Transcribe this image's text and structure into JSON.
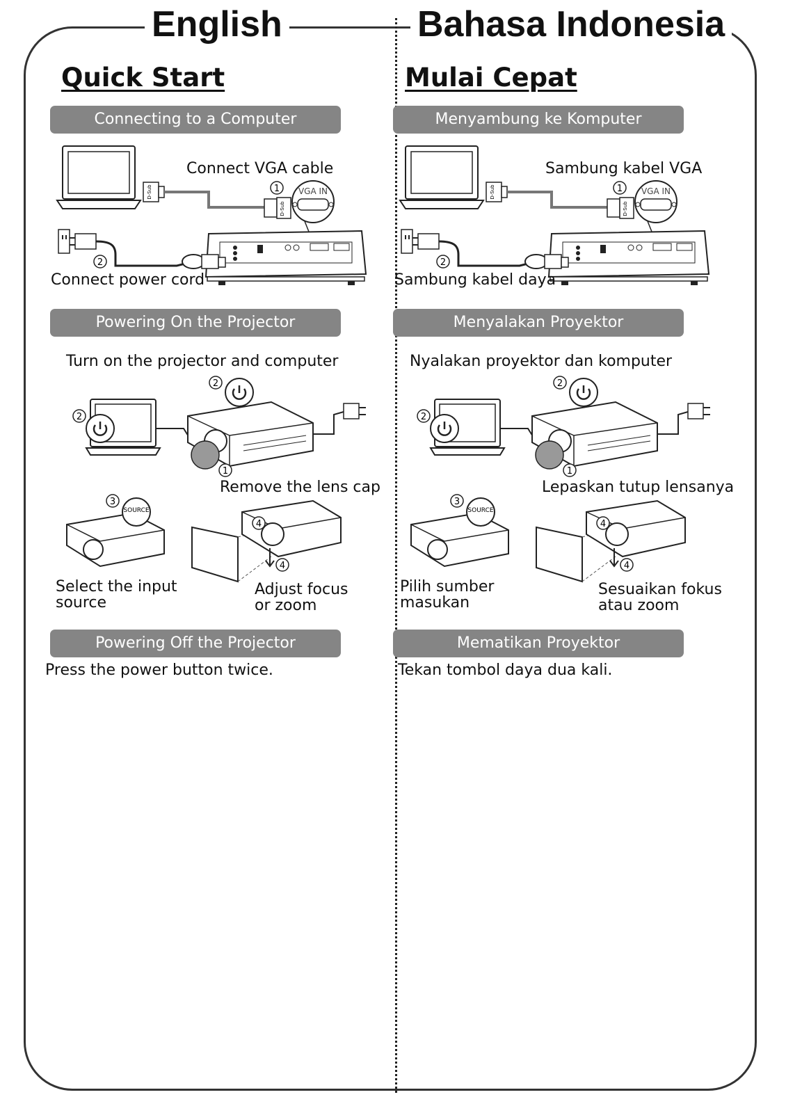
{
  "left": {
    "lang_title": "English",
    "title": "Quick Start",
    "sections": {
      "connect": "Connecting to a Computer",
      "power_on": "Powering On the Projector",
      "power_off": "Powering Off the Projector"
    },
    "labels": {
      "vga": "Connect VGA cable",
      "power_cord": "Connect power cord",
      "turn_on": "Turn on the projector and computer",
      "lens_cap": "Remove the lens cap",
      "input_1": "Select the input",
      "input_2": "source",
      "focus_1": "Adjust focus",
      "focus_2": "or zoom",
      "power_off_text": "Press the power button twice."
    }
  },
  "right": {
    "lang_title": "Bahasa Indonesia",
    "title": "Mulai Cepat",
    "sections": {
      "connect": "Menyambung ke Komputer",
      "power_on": "Menyalakan Proyektor",
      "power_off": "Mematikan Proyektor"
    },
    "labels": {
      "vga": "Sambung kabel VGA",
      "power_cord": "Sambung kabel daya",
      "turn_on": "Nyalakan proyektor dan komputer",
      "lens_cap": "Lepaskan tutup lensanya",
      "input_1": "Pilih sumber",
      "input_2": "masukan",
      "focus_1": "Sesuaikan fokus",
      "focus_2": "atau zoom",
      "power_off_text": "Tekan tombol daya dua kali."
    }
  },
  "diagram": {
    "vga_port": "VGA IN",
    "dsub": "D-Sub",
    "source_button": "SOURCE",
    "step_1": "1",
    "step_2": "2",
    "step_3": "3",
    "step_4": "4"
  }
}
